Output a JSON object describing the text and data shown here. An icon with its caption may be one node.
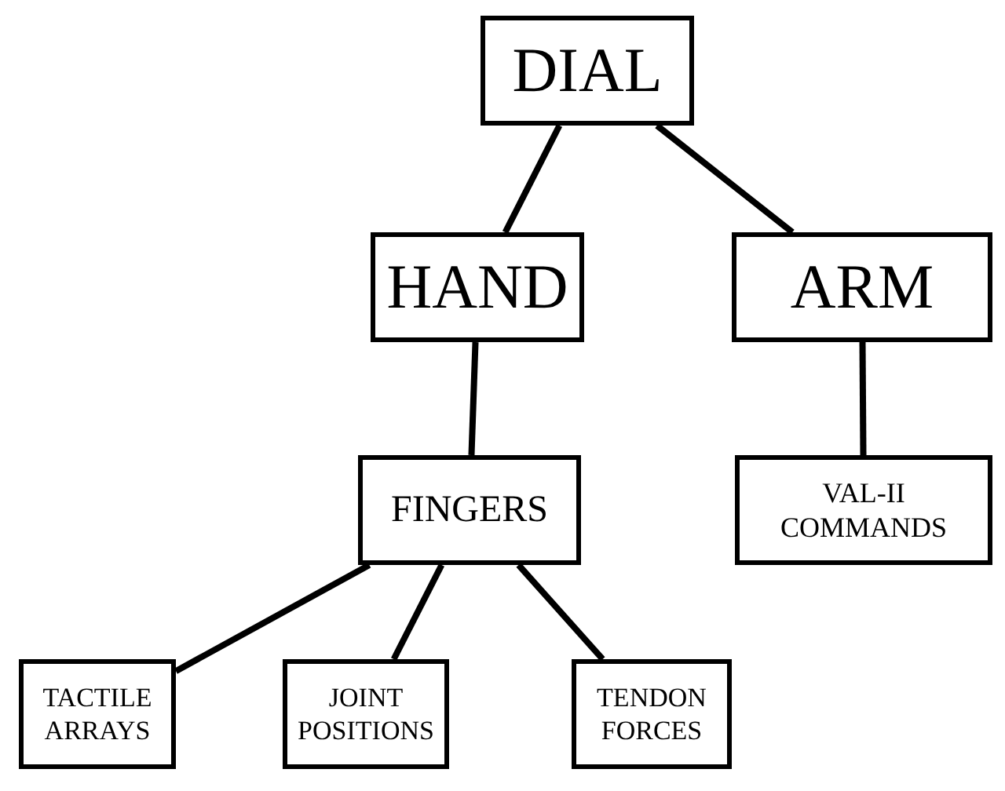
{
  "diagram": {
    "nodes": [
      {
        "text": [
          "DIAL"
        ]
      },
      {
        "text": [
          "HAND"
        ]
      },
      {
        "text": [
          "ARM"
        ]
      },
      {
        "text": [
          "FINGERS"
        ]
      },
      {
        "text": [
          "VAL-II COMMANDS"
        ]
      },
      {
        "text": [
          "TACTILE ARRAYS"
        ]
      },
      {
        "text": [
          "JOINT POSITIONS"
        ]
      },
      {
        "text": [
          "TENDON FORCES"
        ]
      }
    ],
    "edges": [
      {
        "from": 0,
        "to": 1,
        "arrow": "none"
      },
      {
        "from": 0,
        "to": 2,
        "arrow": "none"
      },
      {
        "from": 1,
        "to": 3,
        "arrow": "none"
      },
      {
        "from": 2,
        "to": 4,
        "arrow": "none"
      },
      {
        "from": 3,
        "to": 5,
        "arrow": "none"
      },
      {
        "from": 3,
        "to": 6,
        "arrow": "none"
      },
      {
        "from": 3,
        "to": 7,
        "arrow": "none"
      }
    ]
  }
}
